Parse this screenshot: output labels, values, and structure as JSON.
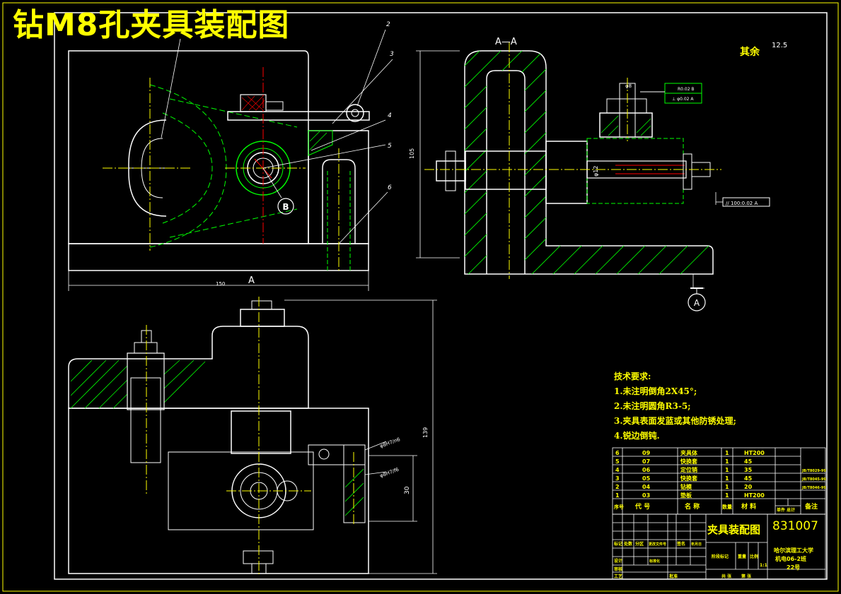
{
  "drawing_title": "钻M8孔夹具装配图",
  "section_label": "A—A",
  "view_label_a": "A",
  "datum_a": "A",
  "datum_b": "B",
  "rest_note": "其余",
  "roughness": "12.5",
  "dim_width_top": "150",
  "dim_height_side": "105",
  "dim_height_bottom": "139",
  "dim_30": "30",
  "dim_d8": "φ8",
  "dim_d12": "φ12",
  "fit_1": "φ8H7/n6",
  "fit_2": "φ8H7/f6",
  "tolerance_1": "⊥ φ0.02 A",
  "tolerance_2": "// 100:0.02 A",
  "tolerance_3": "R0.02 B",
  "part_callouts": [
    "2",
    "3",
    "4",
    "5",
    "6"
  ],
  "tech_requirements": {
    "heading": "技术要求:",
    "items": [
      "1.未注明倒角2X45°;",
      "2.未注明圆角R3-5;",
      "3.夹具表面发蓝或其他防锈处理;",
      "4.锐边倒钝."
    ]
  },
  "bom": {
    "rows": [
      {
        "seq": "6",
        "code": "09",
        "name": "夹具体",
        "qty": "1",
        "material": "HT200",
        "std": ""
      },
      {
        "seq": "5",
        "code": "07",
        "name": "快换套",
        "qty": "1",
        "material": "45",
        "std": ""
      },
      {
        "seq": "4",
        "code": "06",
        "name": "定位销",
        "qty": "1",
        "material": "35",
        "std": "JB/T8029-99"
      },
      {
        "seq": "3",
        "code": "05",
        "name": "快换套",
        "qty": "1",
        "material": "45",
        "std": "JB/T8045-99"
      },
      {
        "seq": "2",
        "code": "04",
        "name": "钻模",
        "qty": "1",
        "material": "20",
        "std": "JB/T8046-99"
      },
      {
        "seq": "1",
        "code": "03",
        "name": "垫板",
        "qty": "1",
        "material": "HT200",
        "std": ""
      }
    ],
    "header": {
      "seq": "序号",
      "code": "代 号",
      "name": "名 称",
      "qty": "数量",
      "material": "材 料",
      "weight": "单件 总计",
      "note": "备注"
    }
  },
  "title_block": {
    "drawing_name": "夹具装配图",
    "drawing_no": "831007",
    "school": "哈尔滨理工大学",
    "class": "机电06-2班",
    "student_no": "22号",
    "scale": "1:1",
    "labels": [
      "标记",
      "处数",
      "分区",
      "更改文件号",
      "签名",
      "年月日",
      "设计",
      "标准化",
      "审核",
      "工艺",
      "批准",
      "阶段标记",
      "重量",
      "比例",
      "共 张",
      "第 张"
    ]
  },
  "colors": {
    "yellow": "#ffff00",
    "green": "#00ff00",
    "white": "#ffffff",
    "red": "#ff0000",
    "cyan": "#00ffff"
  }
}
